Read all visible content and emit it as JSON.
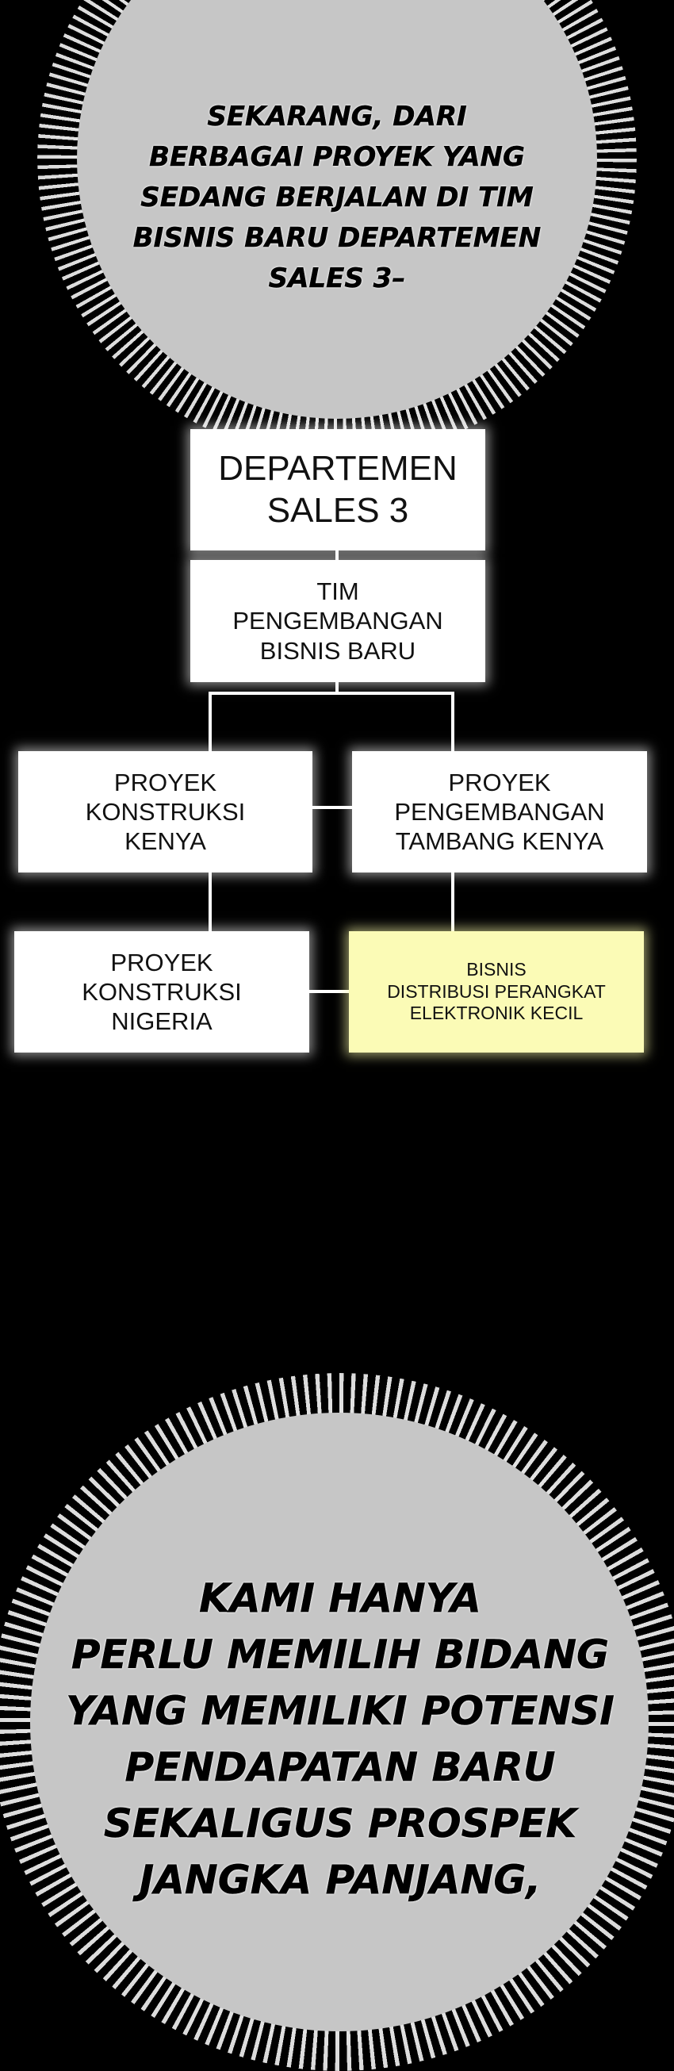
{
  "top_bubble": {
    "lines": [
      "SEKARANG, DARI",
      "BERBAGAI PROYEK YANG",
      "SEDANG BERJALAN DI TIM",
      "BISNIS BARU DEPARTEMEN",
      "SALES 3–"
    ]
  },
  "org_chart": {
    "department": {
      "lines": [
        "DEPARTEMEN",
        "SALES 3"
      ]
    },
    "team": {
      "lines": [
        "TIM",
        "PENGEMBANGAN",
        "BISNIS BARU"
      ]
    },
    "projects": [
      {
        "lines": [
          "PROYEK",
          "KONSTRUKSI",
          "KENYA"
        ]
      },
      {
        "lines": [
          "PROYEK",
          "PENGEMBANGAN",
          "TAMBANG KENYA"
        ]
      },
      {
        "lines": [
          "PROYEK",
          "KONSTRUKSI",
          "NIGERIA"
        ]
      },
      {
        "lines": [
          "BISNIS",
          "DISTRIBUSI PERANGKAT",
          "ELEKTRONIK KECIL"
        ],
        "highlight": "#fbfbb6"
      }
    ]
  },
  "bottom_bubble": {
    "lines": [
      "KAMI HANYA",
      "PERLU MEMILIH BIDANG",
      "YANG MEMILIKI POTENSI",
      "PENDAPATAN BARU",
      "SEKALIGUS PROSPEK",
      "JANGKA PANJANG,"
    ]
  }
}
